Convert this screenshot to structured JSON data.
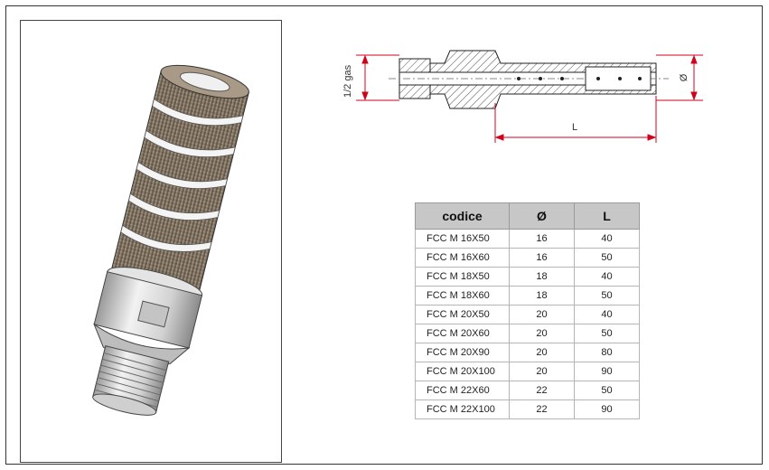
{
  "drawing": {
    "gas_label": "1/2 gas",
    "diameter_label": "Ø",
    "length_label": "L"
  },
  "table": {
    "headers": [
      "codice",
      "Ø",
      "L"
    ],
    "rows": [
      [
        "FCC M  16X50",
        "16",
        "40"
      ],
      [
        "FCC M  16X60",
        "16",
        "50"
      ],
      [
        "FCC M  18X50",
        "18",
        "40"
      ],
      [
        "FCC M  18X60",
        "18",
        "50"
      ],
      [
        "FCC M  20X50",
        "20",
        "40"
      ],
      [
        "FCC M  20X60",
        "20",
        "50"
      ],
      [
        "FCC M  20X90",
        "20",
        "80"
      ],
      [
        "FCC M  20X100",
        "20",
        "90"
      ],
      [
        "FCC M  22X60",
        "22",
        "50"
      ],
      [
        "FCC M  22X100",
        "22",
        "90"
      ]
    ]
  },
  "colors": {
    "dimension": "#d0021b",
    "header_bg": "#c7c7c7",
    "abrasive": "#7a6a58",
    "metal": "#d9d9d9"
  }
}
